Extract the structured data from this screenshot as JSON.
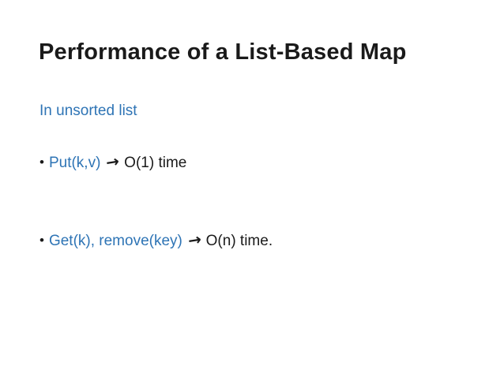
{
  "slide": {
    "title": "Performance of a List-Based Map",
    "subtitle": "In unsorted list",
    "bullet_marker": "•",
    "arrow": "→",
    "bullets": [
      {
        "method": "Put(k,v)",
        "complexity": "O(1) time"
      },
      {
        "method": "Get(k), remove(key)",
        "complexity": "O(n) time."
      }
    ],
    "colors": {
      "accent_blue": "#2E74B5",
      "text": "#1a1a1a",
      "background": "#FFFFFF"
    }
  }
}
